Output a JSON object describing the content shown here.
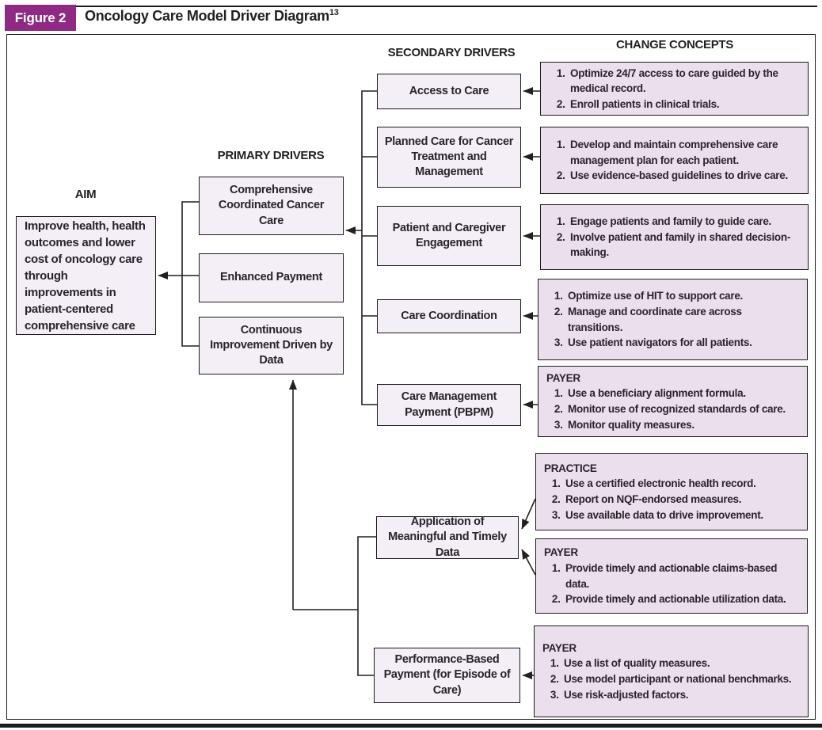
{
  "figure": {
    "label": "Figure 2",
    "title": "Oncology Care Model Driver Diagram",
    "title_superscript": "13"
  },
  "column_headers": {
    "aim": "AIM",
    "primary": "PRIMARY DRIVERS",
    "secondary": "SECONDARY DRIVERS",
    "change": "CHANGE CONCEPTS"
  },
  "aim": {
    "text": "Improve health, health outcomes and lower cost of oncology care through improvements in patient-centered comprehensive care"
  },
  "primary_drivers": [
    {
      "label": "Comprehensive Coordinated Cancer Care"
    },
    {
      "label": "Enhanced Payment"
    },
    {
      "label": "Continuous Improvement Driven by Data"
    }
  ],
  "secondary_drivers": [
    {
      "label": "Access to Care"
    },
    {
      "label": "Planned Care for Cancer Treatment and Management"
    },
    {
      "label": "Patient and Caregiver Engagement"
    },
    {
      "label": "Care Coordination"
    },
    {
      "label": "Care Management Payment (PBPM)"
    },
    {
      "label": "Application of Meaningful and Timely Data"
    },
    {
      "label": "Performance-Based Payment (for Episode of Care)"
    }
  ],
  "change_concepts": [
    {
      "header": "",
      "items": [
        "Optimize 24/7 access to care guided by the medical record.",
        "Enroll patients in clinical trials."
      ]
    },
    {
      "header": "",
      "items": [
        "Develop and maintain comprehensive care management plan for each patient.",
        "Use evidence-based guidelines to drive care."
      ]
    },
    {
      "header": "",
      "items": [
        "Engage patients and family to guide care.",
        "Involve patient and family in shared decision-making."
      ]
    },
    {
      "header": "",
      "items": [
        "Optimize use of HIT to support care.",
        "Manage and coordinate care across transitions.",
        "Use patient navigators for all patients."
      ]
    },
    {
      "header": "PAYER",
      "items": [
        "Use a beneficiary alignment formula.",
        "Monitor use of recognized standards of care.",
        "Monitor quality measures."
      ]
    },
    {
      "header": "PRACTICE",
      "items": [
        "Use a certified electronic health record.",
        "Report on NQF-endorsed measures.",
        "Use available data to drive improvement."
      ]
    },
    {
      "header": "PAYER",
      "items": [
        "Provide timely and actionable claims-based data.",
        "Provide timely and actionable utilization data."
      ]
    },
    {
      "header": "PAYER",
      "items": [
        "Use a list of quality measures.",
        "Use model participant or national benchmarks.",
        "Use risk-adjusted factors."
      ]
    }
  ],
  "colors": {
    "badge_purple": "#8e2a83",
    "driver_box_fill": "#f4eef6",
    "concept_box_fill": "#ecdfed",
    "line_black": "#231f20"
  }
}
